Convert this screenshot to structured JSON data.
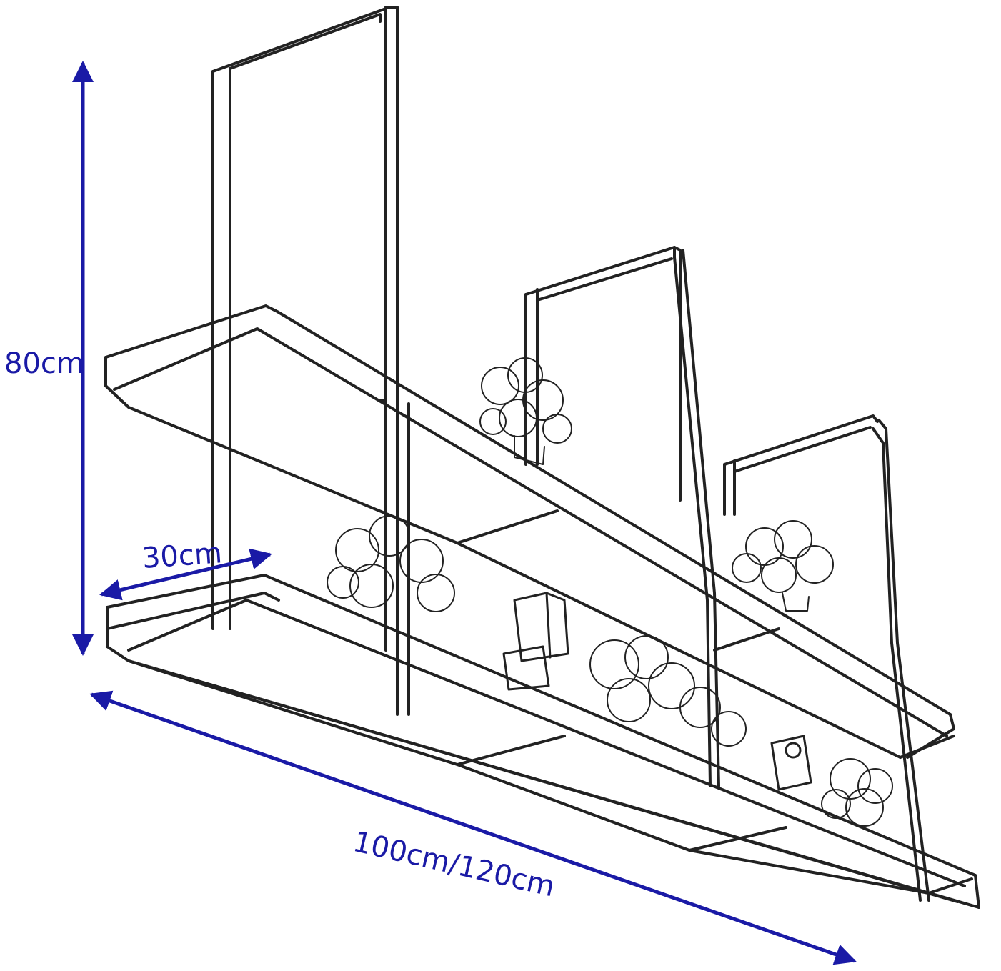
{
  "dimensions": {
    "height_label": "80cm",
    "depth_label": "30cm",
    "length_label": "100cm/120cm"
  },
  "colors": {
    "arrow": "#1a1aa6",
    "sketch": "#222222",
    "background": "#ffffff"
  }
}
